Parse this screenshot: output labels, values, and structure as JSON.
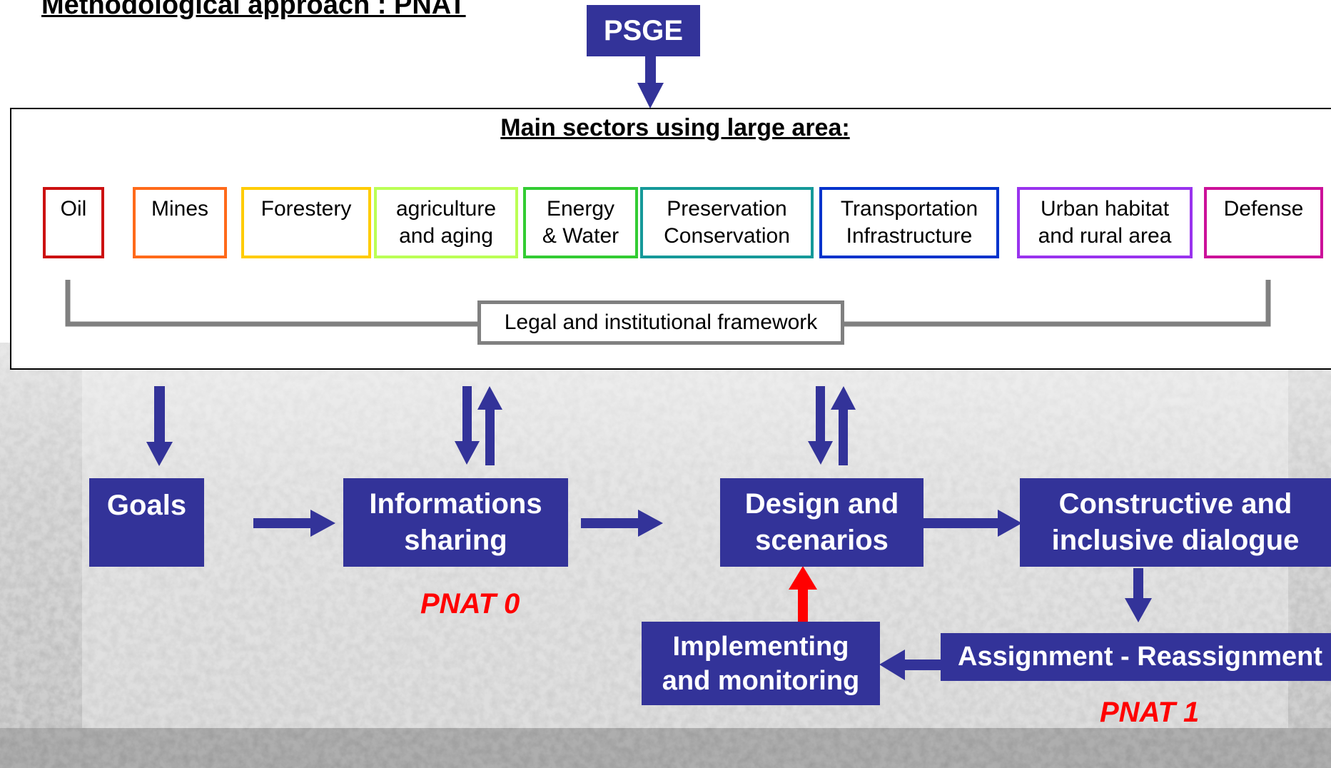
{
  "title": "Methodological approach : PNAT",
  "top_box": "PSGE",
  "sectors_heading": "Main sectors using large area:",
  "sectors": [
    {
      "label": "Oil",
      "color": "#cc1111"
    },
    {
      "label": "Mines",
      "color": "#ff6a1a"
    },
    {
      "label": "Forestery",
      "color": "#ffcc00"
    },
    {
      "label": "agriculture\nand aging",
      "color": "#bbff55"
    },
    {
      "label": "Energy\n& Water",
      "color": "#33cc33"
    },
    {
      "label": "Preservation\nConservation",
      "color": "#159999"
    },
    {
      "label": "Transportation\nInfrastructure",
      "color": "#0033cc"
    },
    {
      "label": "Urban habitat\nand rural area",
      "color": "#9933ee"
    },
    {
      "label": "Defense",
      "color": "#cc1199"
    }
  ],
  "framework": "Legal and institutional framework",
  "process": {
    "goals": "Goals",
    "information_sharing": "Informations\nsharing",
    "design": "Design and\nscenarios",
    "dialogue": "Constructive and\ninclusive dialogue",
    "implementing": "Implementing\nand monitoring",
    "assignment": "Assignment - Reassignment"
  },
  "pnat_0": "PNAT 0",
  "pnat_1": "PNAT 1",
  "colors": {
    "box_fill": "#333399",
    "arrow": "#333399",
    "feedback_arrow": "#ff0000",
    "pnat_label": "#ff0000",
    "bracket": "#808080"
  }
}
